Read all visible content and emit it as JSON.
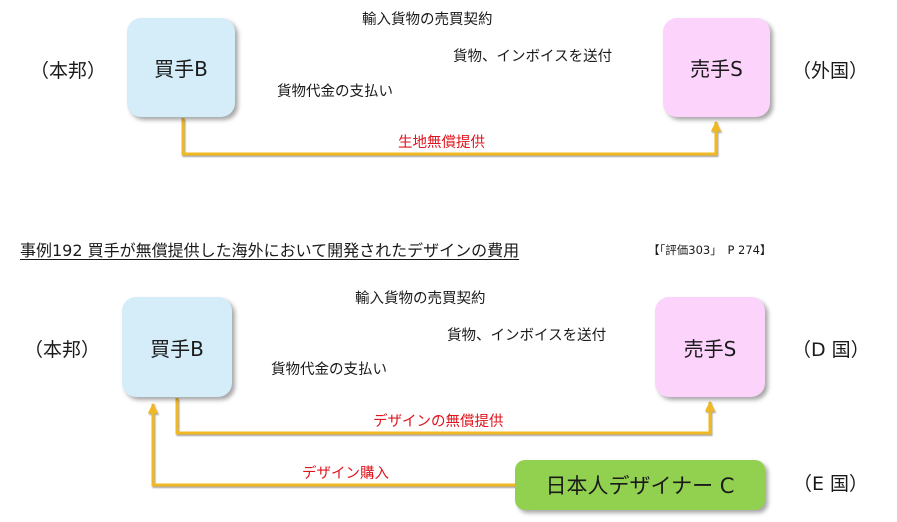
{
  "diagram1": {
    "region_left": "（本邦）",
    "region_right": "（外国）",
    "buyer": "買手B",
    "seller": "売手S",
    "flows": {
      "contract": "輸入貨物の売買契約",
      "shipment": "貨物、インボイスを送付",
      "payment": "貨物代金の支払い",
      "free_supply": "生地無償提供"
    }
  },
  "example": {
    "title": "事例192 買手が無償提供した海外において開発されたデザインの費用",
    "reference": "【「評価303」　P 274】"
  },
  "diagram2": {
    "region_left": "（本邦）",
    "region_right": "（D 国）",
    "region_designer": "（E 国）",
    "buyer": "買手B",
    "seller": "売手S",
    "designer": "日本人デザイナー C",
    "flows": {
      "contract": "輸入貨物の売買契約",
      "shipment": "貨物、インボイスを送付",
      "payment": "貨物代金の支払い",
      "free_supply": "デザインの無償提供",
      "design_purchase": "デザイン購入"
    }
  },
  "colors": {
    "contract_arrow": "#000000",
    "shipment_arrow": "#3aa6d8",
    "payment_arrow": "#e8141c",
    "supply_arrow": "#f0b820",
    "buyer_box": "#d4edf8",
    "seller_box": "#fbd3fb",
    "designer_box": "#92d050",
    "red_label": "#e0141e"
  }
}
